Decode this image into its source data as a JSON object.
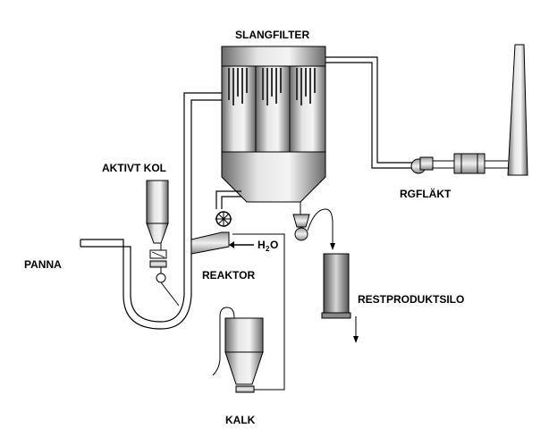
{
  "labels": {
    "slangfilter": "SLANGFILTER",
    "aktivt_kol": "AKTIVT KOL",
    "panna": "PANNA",
    "reaktor": "REAKTOR",
    "h2o_main": "H",
    "h2o_sub": "2",
    "h2o_tail": "O",
    "rgflakt": "RGFLÄKT",
    "restproduktsilo": "RESTPRODUKTSILO",
    "kalk": "KALK"
  }
}
